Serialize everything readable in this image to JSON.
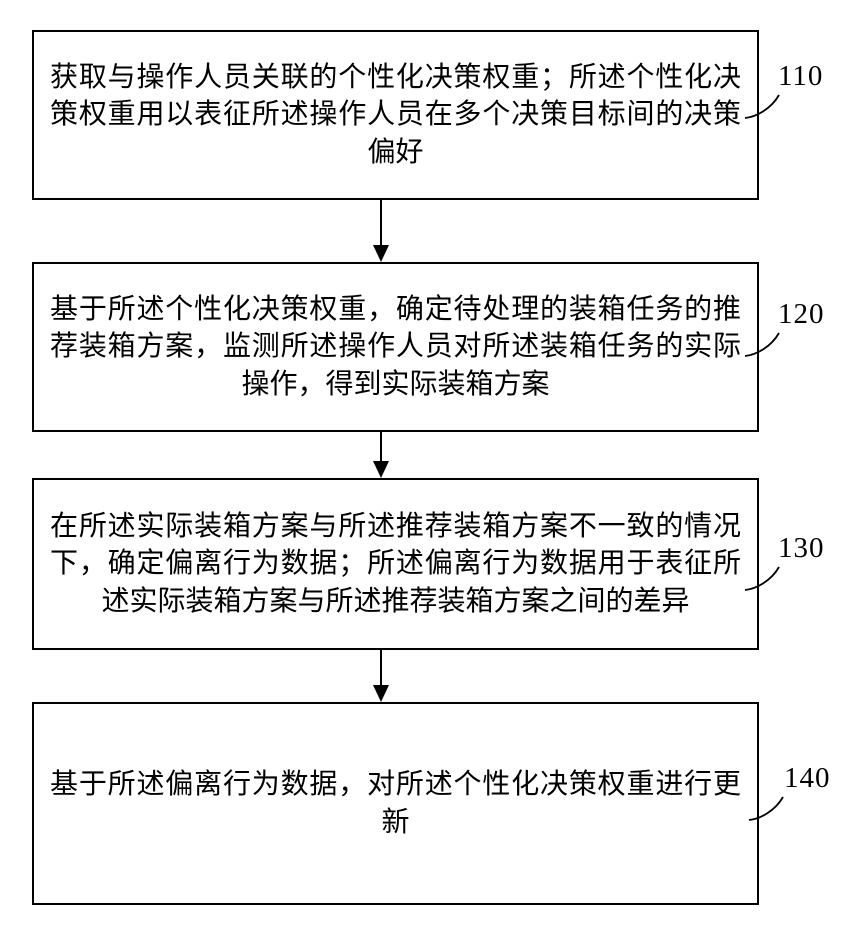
{
  "figure": {
    "type": "flowchart",
    "background_color": "#ffffff",
    "line_color": "#000000",
    "steps": [
      {
        "ref": "110",
        "text": "获取与操作人员关联的个性化决策权重；所述个性化决策权重用以表征所述操作人员在多个决策目标间的决策偏好"
      },
      {
        "ref": "120",
        "text": "基于所述个性化决策权重，确定待处理的装箱任务的推荐装箱方案，监测所述操作人员对所述装箱任务的实际操作，得到实际装箱方案"
      },
      {
        "ref": "130",
        "text": "在所述实际装箱方案与所述推荐装箱方案不一致的情况下，确定偏离行为数据；所述偏离行为数据用于表征所述实际装箱方案与所述推荐装箱方案之间的差异"
      },
      {
        "ref": "140",
        "text": "基于所述偏离行为数据，对所述个性化决策权重进行更新"
      }
    ],
    "connections": [
      {
        "from": "110",
        "to": "120"
      },
      {
        "from": "120",
        "to": "130"
      },
      {
        "from": "130",
        "to": "140"
      }
    ]
  }
}
